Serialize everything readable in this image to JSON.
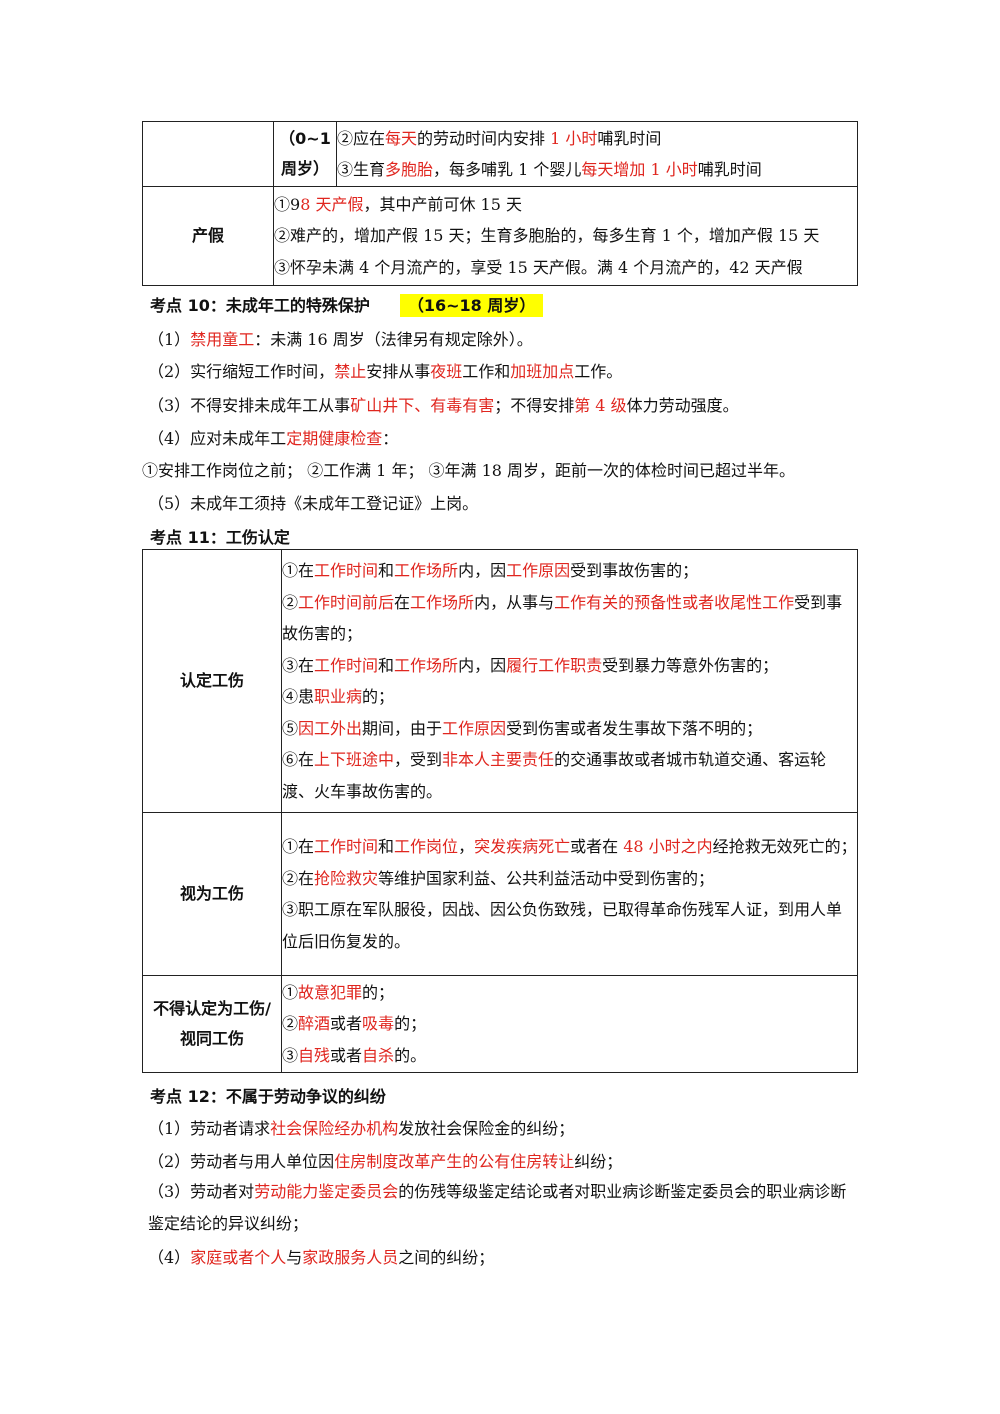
{
  "table1": {
    "row1_label": "",
    "row1_sub": "（0~1 周岁）",
    "row1_lines": [
      [
        {
          "t": "②应在"
        },
        {
          "t": "每天",
          "r": true
        },
        {
          "t": "的劳动时间内安排 "
        },
        {
          "t": "1 小时",
          "r": true
        },
        {
          "t": "哺乳时间"
        }
      ],
      [
        {
          "t": "③生育"
        },
        {
          "t": "多胞胎",
          "r": true
        },
        {
          "t": "，每多哺乳 1 个婴儿"
        },
        {
          "t": "每天增加 1 小时",
          "r": true
        },
        {
          "t": "哺乳时间"
        }
      ]
    ],
    "row2_label": "产假",
    "row2_lines": [
      [
        {
          "t": "①9"
        },
        {
          "t": "8 天产假",
          "r": true
        },
        {
          "t": "，其中产前可休 15 天"
        }
      ],
      [
        {
          "t": "②难产的，增加产假 15 天；生育多胞胎的，每多生育 1 个，增加产假 15 天"
        }
      ],
      [
        {
          "t": "③怀孕未满 4 个月流产的，享受 15 天产假。满 4 个月流产的，42 天产假"
        }
      ]
    ]
  },
  "section10": {
    "title": "考点 10：未成年工的特殊保护",
    "highlight": "（16~18 周岁）",
    "items": [
      [
        {
          "t": "（1）"
        },
        {
          "t": "禁用童工",
          "r": true
        },
        {
          "t": "：未满 16 周岁（法律另有规定除外）。"
        }
      ],
      [
        {
          "t": "（2）实行缩短工作时间，"
        },
        {
          "t": "禁止",
          "r": true
        },
        {
          "t": "安排从事"
        },
        {
          "t": "夜班",
          "r": true
        },
        {
          "t": "工作和"
        },
        {
          "t": "加班加点",
          "r": true
        },
        {
          "t": "工作。"
        }
      ],
      [
        {
          "t": "（3）不得安排未成年工从事"
        },
        {
          "t": "矿山井下、有毒有害",
          "r": true
        },
        {
          "t": "；不得安排"
        },
        {
          "t": "第 4 级",
          "r": true
        },
        {
          "t": "体力劳动强度。"
        }
      ],
      [
        {
          "t": "（4）应对未成年工"
        },
        {
          "t": "定期健康检查",
          "r": true
        },
        {
          "t": "："
        }
      ],
      [
        {
          "t": "①安排工作岗位之前；  ②工作满 1 年；  ③年满 18 周岁，距前一次的体检时间已超过半年。"
        }
      ],
      [
        {
          "t": "（5）未成年工须持《未成年工登记证》上岗。"
        }
      ]
    ]
  },
  "section11": {
    "title": "考点 11：工伤认定",
    "rows": [
      {
        "label": "认定工伤",
        "lines": [
          [
            {
              "t": "①在"
            },
            {
              "t": "工作时间",
              "r": true
            },
            {
              "t": "和"
            },
            {
              "t": "工作场所",
              "r": true
            },
            {
              "t": "内，因"
            },
            {
              "t": "工作原因",
              "r": true
            },
            {
              "t": "受到事故伤害的；"
            }
          ],
          [
            {
              "t": "②"
            },
            {
              "t": "工作时间前后",
              "r": true
            },
            {
              "t": "在"
            },
            {
              "t": "工作场所",
              "r": true
            },
            {
              "t": "内，从事与"
            },
            {
              "t": "工作有关的预备性或者收尾性工作",
              "r": true
            },
            {
              "t": "受到事故伤害的；"
            }
          ],
          [
            {
              "t": "③在"
            },
            {
              "t": "工作时间",
              "r": true
            },
            {
              "t": "和"
            },
            {
              "t": "工作场所",
              "r": true
            },
            {
              "t": "内，因"
            },
            {
              "t": "履行工作职责",
              "r": true
            },
            {
              "t": "受到暴力等意外伤害的；"
            }
          ],
          [
            {
              "t": "④患"
            },
            {
              "t": "职业病",
              "r": true
            },
            {
              "t": "的；"
            }
          ],
          [
            {
              "t": "⑤"
            },
            {
              "t": "因工外出",
              "r": true
            },
            {
              "t": "期间，由于"
            },
            {
              "t": "工作原因",
              "r": true
            },
            {
              "t": "受到伤害或者发生事故下落不明的；"
            }
          ],
          [
            {
              "t": "⑥在"
            },
            {
              "t": "上下班途中",
              "r": true
            },
            {
              "t": "，受到"
            },
            {
              "t": "非本人主要责任",
              "r": true
            },
            {
              "t": "的交通事故或者城市轨道交通、客运轮渡、火车事故伤害的。"
            }
          ]
        ]
      },
      {
        "label": "视为工伤",
        "lines": [
          [
            {
              "t": "①在"
            },
            {
              "t": "工作时间",
              "r": true
            },
            {
              "t": "和"
            },
            {
              "t": "工作岗位",
              "r": true
            },
            {
              "t": "，"
            },
            {
              "t": "突发疾病死亡",
              "r": true
            },
            {
              "t": "或者在 "
            },
            {
              "t": "48 小时之内",
              "r": true
            },
            {
              "t": "经抢救无效死亡的；"
            }
          ],
          [
            {
              "t": "②在"
            },
            {
              "t": "抢险救灾",
              "r": true
            },
            {
              "t": "等维护国家利益、公共利益活动中受到伤害的；"
            }
          ],
          [
            {
              "t": "③职工原在军队服役，因战、因公负伤致残，已取得革命伤残军人证，到用人单位后旧伤复发的。"
            }
          ]
        ]
      },
      {
        "label": "不得认定为工伤/视同工伤",
        "lines": [
          [
            {
              "t": "①"
            },
            {
              "t": "故意犯罪",
              "r": true
            },
            {
              "t": "的；"
            }
          ],
          [
            {
              "t": "②"
            },
            {
              "t": "醉酒",
              "r": true
            },
            {
              "t": "或者"
            },
            {
              "t": "吸毒",
              "r": true
            },
            {
              "t": "的；"
            }
          ],
          [
            {
              "t": "③"
            },
            {
              "t": "自残",
              "r": true
            },
            {
              "t": "或者"
            },
            {
              "t": "自杀",
              "r": true
            },
            {
              "t": "的。"
            }
          ]
        ]
      }
    ]
  },
  "section12": {
    "title": "考点 12：不属于劳动争议的纠纷",
    "items": [
      [
        {
          "t": "（1）劳动者请求"
        },
        {
          "t": "社会保险经办机构",
          "r": true
        },
        {
          "t": "发放社会保险金的纠纷；"
        }
      ],
      [
        {
          "t": "（2）劳动者与用人单位因"
        },
        {
          "t": "住房制度改革产生的公有住房转让",
          "r": true
        },
        {
          "t": "纠纷；"
        }
      ],
      [
        {
          "t": "（3）劳动者对"
        },
        {
          "t": "劳动能力鉴定委员会",
          "r": true
        },
        {
          "t": "的伤残等级鉴定结论或者对职业病诊断鉴定委员会的职业病诊断鉴定结论的异议纠纷；"
        }
      ],
      [
        {
          "t": "（4）"
        },
        {
          "t": "家庭或者个人",
          "r": true
        },
        {
          "t": "与"
        },
        {
          "t": "家政服务人员",
          "r": true
        },
        {
          "t": "之间的纠纷；"
        }
      ]
    ]
  }
}
